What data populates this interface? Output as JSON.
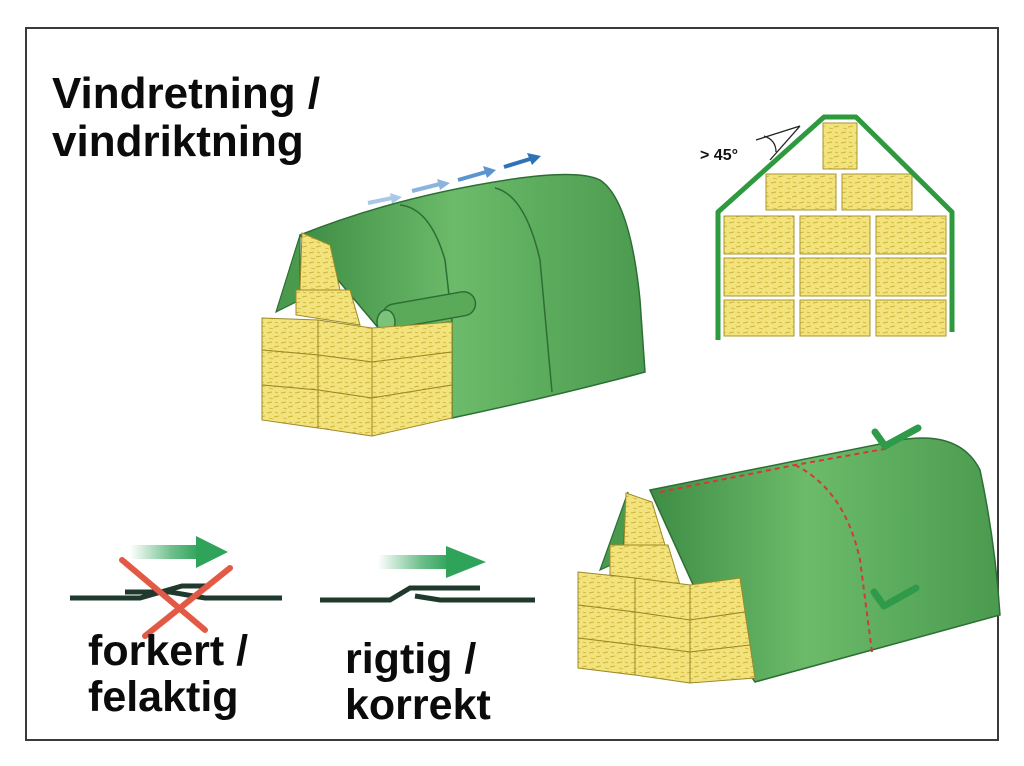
{
  "labels": {
    "title_line1": "Vindretning /",
    "title_line2": "vindriktning",
    "wrong_line1": "forkert /",
    "wrong_line2": "felaktig",
    "right_line1": "rigtig /",
    "right_line2": "korrekt",
    "angle": "> 45°"
  },
  "colors": {
    "tarp": "#5aaa5a",
    "tarp_dark": "#3e8a44",
    "hay": "#f2e27a",
    "hay_dark": "#c9b23a",
    "arrow_green": "#2fa35a",
    "cross_red": "#e25a45",
    "check_green": "#2e9a4a",
    "seam_red": "#d13a3a",
    "wind_blue": "#3d7fc4",
    "plastic_dark": "#1f3a2c"
  },
  "icons": [
    "wind-arrow-icon",
    "cross-icon",
    "check-icon",
    "green-arrow-icon"
  ]
}
